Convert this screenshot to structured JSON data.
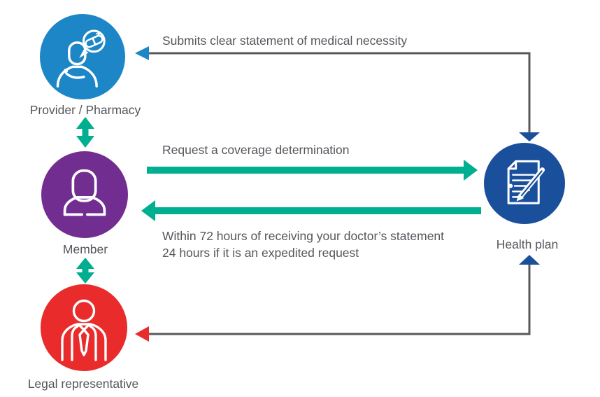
{
  "colors": {
    "provider_blue": "#1d86c6",
    "member_purple": "#722d91",
    "legal_red": "#e92b2b",
    "health_blue": "#1a4f9c",
    "arrow_green": "#00ae90",
    "line_gray": "#58595b",
    "text_gray": "#54565b"
  },
  "nodes": {
    "provider": {
      "label": "Provider / Pharmacy",
      "icon": "person-headset-medication-speech-bubble-icon"
    },
    "member": {
      "label": "Member",
      "icon": "person-bust-icon"
    },
    "legal": {
      "label": "Legal representative",
      "icon": "person-suit-tie-icon"
    },
    "health_plan": {
      "label": "Health plan",
      "icon": "document-pen-icon"
    }
  },
  "edges": {
    "submit_statement": {
      "from": "provider",
      "to": "health_plan",
      "label": "Submits clear statement of medical necessity",
      "style": "thin-gray-double-headed"
    },
    "request_determination": {
      "from": "member",
      "to": "health_plan",
      "label": "Request a coverage determination",
      "style": "thick-green-right"
    },
    "determination_response": {
      "from": "health_plan",
      "to": "member",
      "line1": "Within 72 hours of receiving your doctor’s statement",
      "line2": "24 hours if it is an expedited request",
      "style": "thick-green-left"
    },
    "legal_link": {
      "from": "legal",
      "to": "health_plan",
      "style": "thin-gray-double-headed"
    },
    "provider_member_link": {
      "style": "green-vertical-double-arrow"
    },
    "member_legal_link": {
      "style": "green-vertical-double-arrow"
    }
  }
}
